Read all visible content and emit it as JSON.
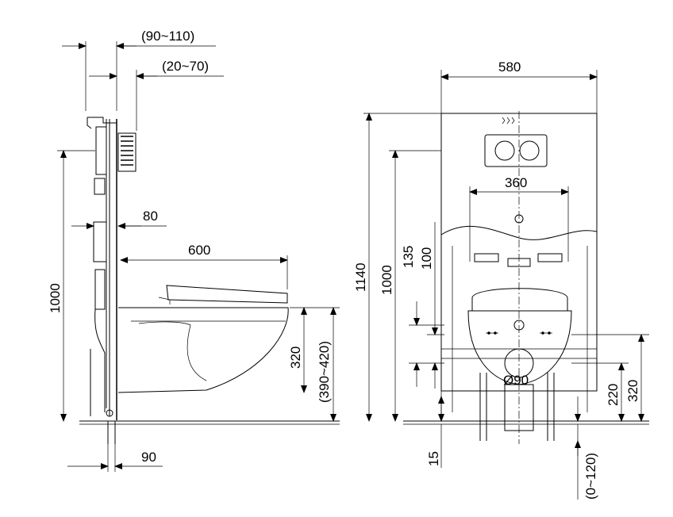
{
  "side_view": {
    "dim_90_110": "(90~110)",
    "dim_20_70": "(20~70)",
    "dim_80": "80",
    "dim_600": "600",
    "dim_1000": "1000",
    "dim_320": "320",
    "dim_390_420": "(390~420)",
    "dim_90": "90"
  },
  "front_view": {
    "dim_580": "580",
    "dim_360": "360",
    "dim_1140": "1140",
    "dim_1000": "1000",
    "dim_135": "135",
    "dim_100": "100",
    "dim_diameter_90": "Ø90",
    "dim_220": "220",
    "dim_320": "320",
    "dim_15": "15",
    "dim_0_120": "(0~120)"
  }
}
